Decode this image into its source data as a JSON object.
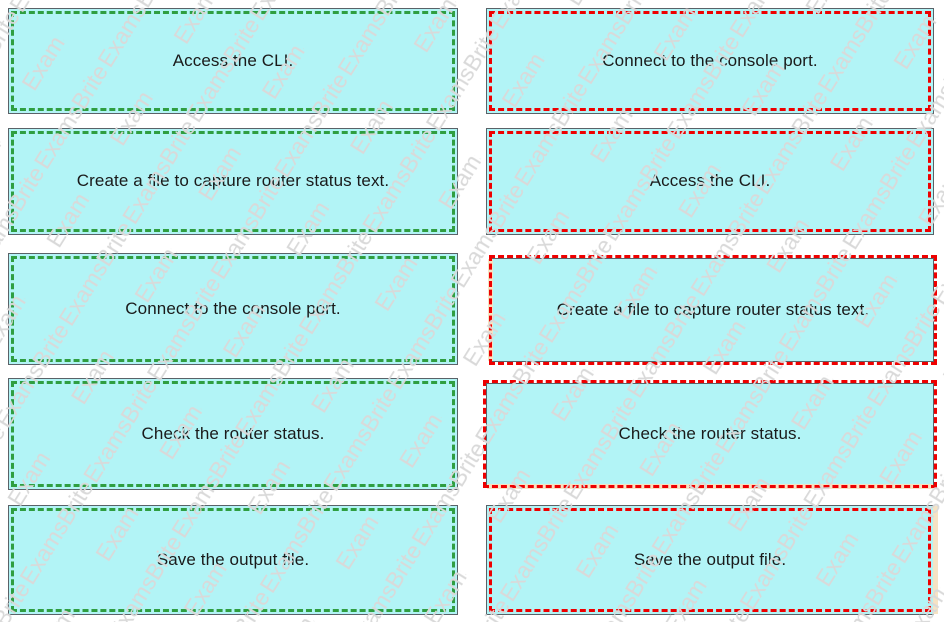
{
  "page": {
    "title": "Drag and drop ordering exercise",
    "background_color": "#ffffff",
    "watermark_text": "ExamsBrite",
    "watermark_color": "#d8d8d8"
  },
  "colors": {
    "card_fill": "#b2f4f6",
    "card_outline": "#5a6268",
    "left_border": "#2f9e41",
    "right_border": "#ee0000",
    "text": "#1a1a1a",
    "sliver": "#f5e3c4"
  },
  "columns": {
    "left": {
      "name": "source-column",
      "border_style": "green-dashed",
      "items": [
        {
          "label": "Access the CLI."
        },
        {
          "label": "Create a file to capture router status text."
        },
        {
          "label": "Connect to the console port."
        },
        {
          "label": "Check the router status."
        },
        {
          "label": "Save the output file."
        }
      ]
    },
    "right": {
      "name": "answer-column",
      "border_style": "red-dashed",
      "items": [
        {
          "label": "Connect to the console port."
        },
        {
          "label": "Access the CLI."
        },
        {
          "label": "Create a file to capture router status text."
        },
        {
          "label": "Check the router status."
        },
        {
          "label": "Save the output file."
        }
      ]
    }
  }
}
